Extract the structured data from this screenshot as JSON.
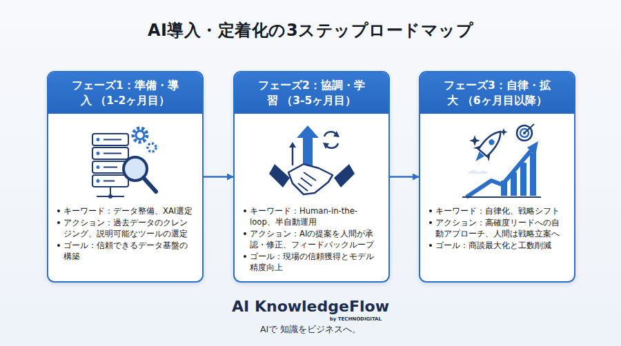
{
  "diagram": {
    "title": "AI導入・定着化の3ステップロードマップ",
    "nodes": [
      {
        "text": [
          "フェーズ1：準備・導入 （1-2ヶ月目）",
          "キーワード：データ整備、XAI選定",
          "アクション：過去データのクレンジング、説明可能なツールの選定",
          "ゴール：信頼できるデータ基盤の構築"
        ]
      },
      {
        "text": [
          "フェーズ2：協調・学習 （3-5ヶ月目）",
          "キーワード：Human-in-the-loop、半自動運用",
          "アクション：AIの提案を人間が承認・修正、フィードバックループ",
          "ゴール：現場の信頼獲得とモデル精度向上"
        ]
      },
      {
        "text": [
          "フェーズ3：自律・拡大 （6ヶ月目以降）",
          "キーワード：自律化、戦略シフト",
          "アクション：高確度リードへの自動アプローチ、人間は戦略立案へ",
          "ゴール：商談最大化と工数削減"
        ]
      }
    ],
    "edges": [
      {
        "from": 0,
        "to": 1,
        "arrow": "to"
      },
      {
        "from": 1,
        "to": 2,
        "arrow": "to"
      }
    ],
    "labels": [
      "AI KnowledgeFlow",
      "by TECHNODIGITAL",
      "AIで 知識をビジネスへ。"
    ]
  }
}
